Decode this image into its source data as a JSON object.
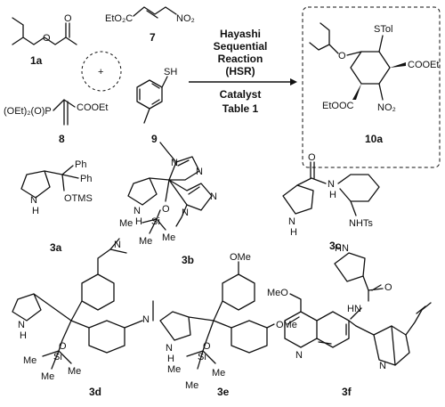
{
  "reaction": {
    "title_lines": [
      "Hayashi",
      "Sequential",
      "Reaction",
      "(HSR)"
    ],
    "catalyst_lines": [
      "Catalyst",
      "Table 1"
    ],
    "plus": "+"
  },
  "compounds": {
    "c1a": {
      "label": "1a",
      "atoms": {
        "o1": "O",
        "o2": "O"
      }
    },
    "c7": {
      "label": "7",
      "atoms": {
        "ester": "EtO₂C",
        "nitro": "NO₂"
      }
    },
    "c8": {
      "label": "8",
      "atoms": {
        "phos": "(OEt)₂(O)P",
        "ester": "COOEt"
      }
    },
    "c9": {
      "label": "9",
      "atoms": {
        "sh": "SH"
      }
    },
    "c10a": {
      "label": "10a",
      "atoms": {
        "stol": "STol",
        "o": "O",
        "ester_right": "COOEt",
        "ester_left": "EtOOC",
        "nitro": "NO₂"
      }
    },
    "c3a": {
      "label": "3a",
      "atoms": {
        "nh": "N\nH",
        "ph1": "Ph",
        "ph2": "Ph",
        "otms": "OTMS"
      }
    },
    "c3b": {
      "label": "3b",
      "atoms": {
        "nh": "N\nH",
        "n1": "N",
        "n2": "N",
        "n3": "N",
        "n4": "N",
        "o": "O",
        "si": "Si",
        "me1": "Me",
        "me2": "Me",
        "me3": "Me"
      }
    },
    "c3c": {
      "label": "3c",
      "atoms": {
        "nh1": "N\nH",
        "o": "O",
        "nh2": "N\nH",
        "nhts": "NHTs"
      }
    },
    "c3d": {
      "label": "3d",
      "atoms": {
        "nh": "N\nH",
        "n1": "N",
        "n2": "N",
        "o": "O",
        "si": "Si",
        "me1": "Me",
        "me2": "Me",
        "me3": "Me"
      }
    },
    "c3e": {
      "label": "3e",
      "atoms": {
        "nh": "N\nH",
        "ome1": "OMe",
        "ome2": "OMe",
        "o": "O",
        "si": "Si",
        "me1": "Me",
        "me2": "Me",
        "me3": "Me"
      }
    },
    "c3f": {
      "label": "3f",
      "atoms": {
        "hn1": "HN",
        "o": "O",
        "hn2": "HN",
        "meo": "MeO",
        "n1": "N",
        "n2": "N"
      }
    }
  }
}
